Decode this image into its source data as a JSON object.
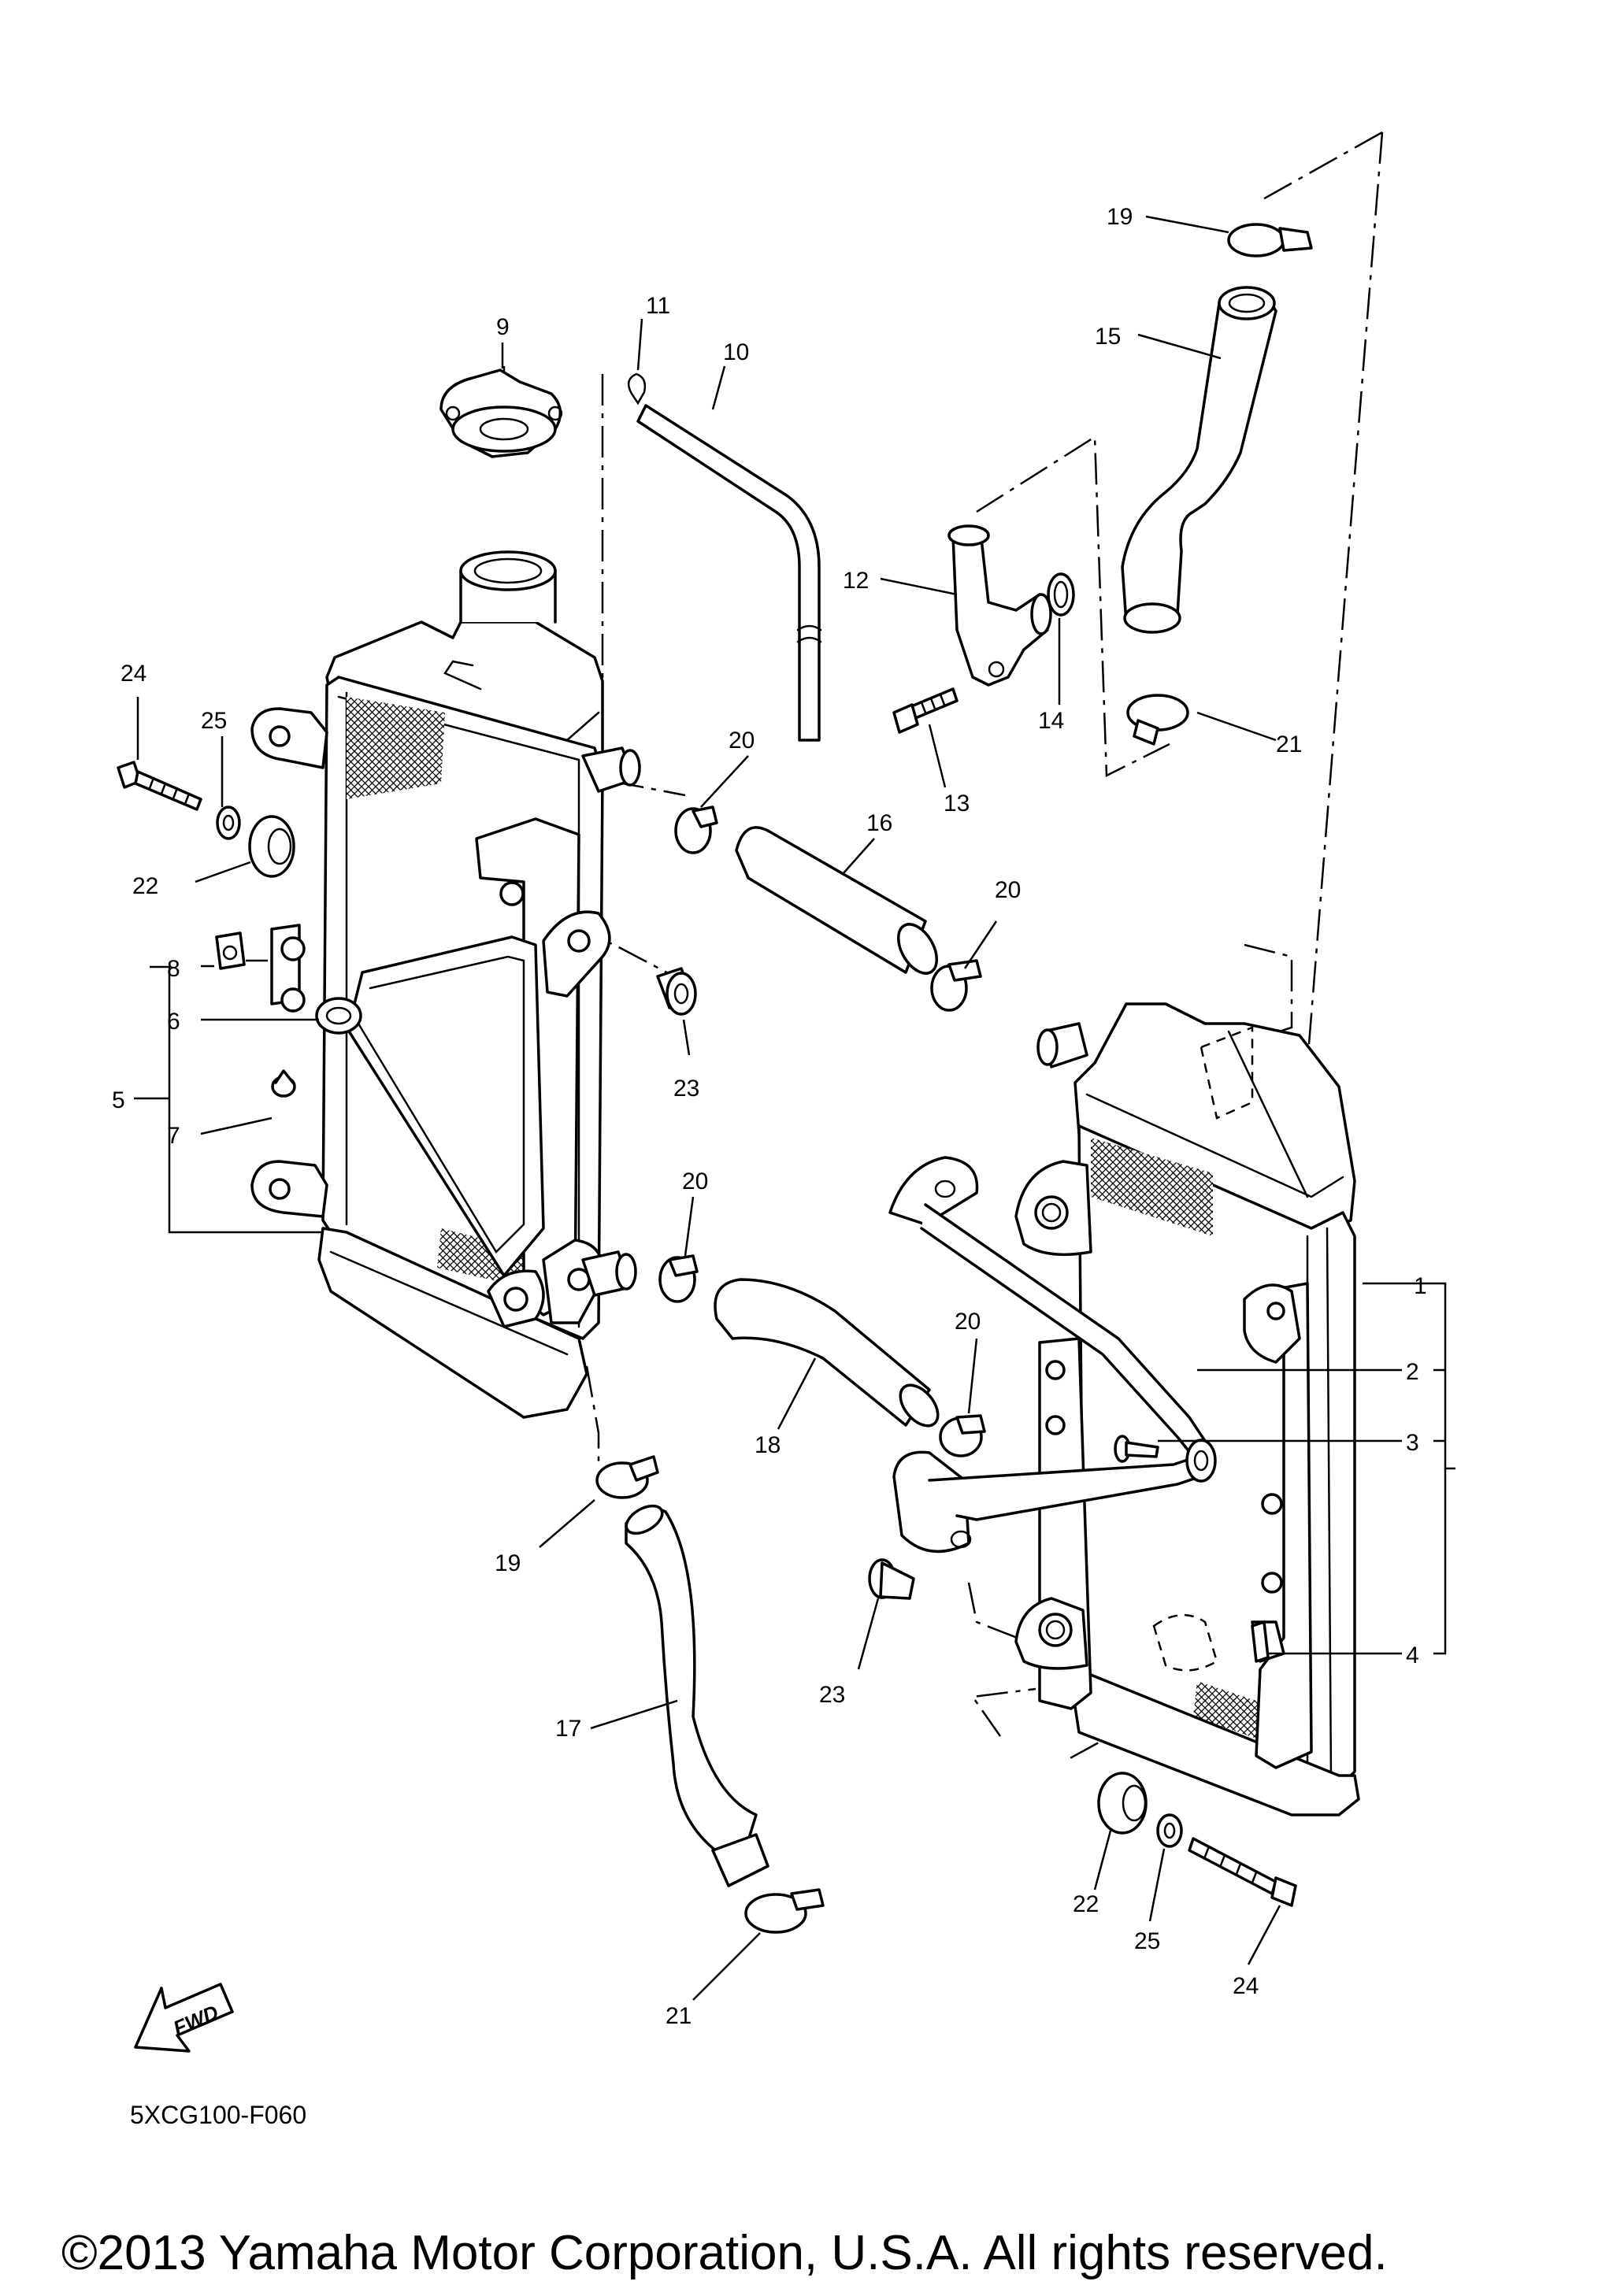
{
  "callouts": {
    "c1": "1",
    "c2": "2",
    "c3": "3",
    "c4": "4",
    "c5": "5",
    "c6": "6",
    "c7": "7",
    "c8": "8",
    "c9": "9",
    "c10": "10",
    "c11": "11",
    "c12": "12",
    "c13": "13",
    "c14": "14",
    "c15": "15",
    "c16": "16",
    "c17": "17",
    "c18": "18",
    "c19a": "19",
    "c19b": "19",
    "c20a": "20",
    "c20b": "20",
    "c20c": "20",
    "c20d": "20",
    "c21a": "21",
    "c21b": "21",
    "c22a": "22",
    "c22b": "22",
    "c23a": "23",
    "c23b": "23",
    "c24a": "24",
    "c24b": "24",
    "c25a": "25",
    "c25b": "25"
  },
  "fwd_label": "FWD",
  "diagram_code": "5XCG100-F060",
  "copyright": "©2013 Yamaha Motor Corporation, U.S.A. All rights reserved.",
  "colors": {
    "ink": "#000000",
    "paper": "#ffffff"
  }
}
